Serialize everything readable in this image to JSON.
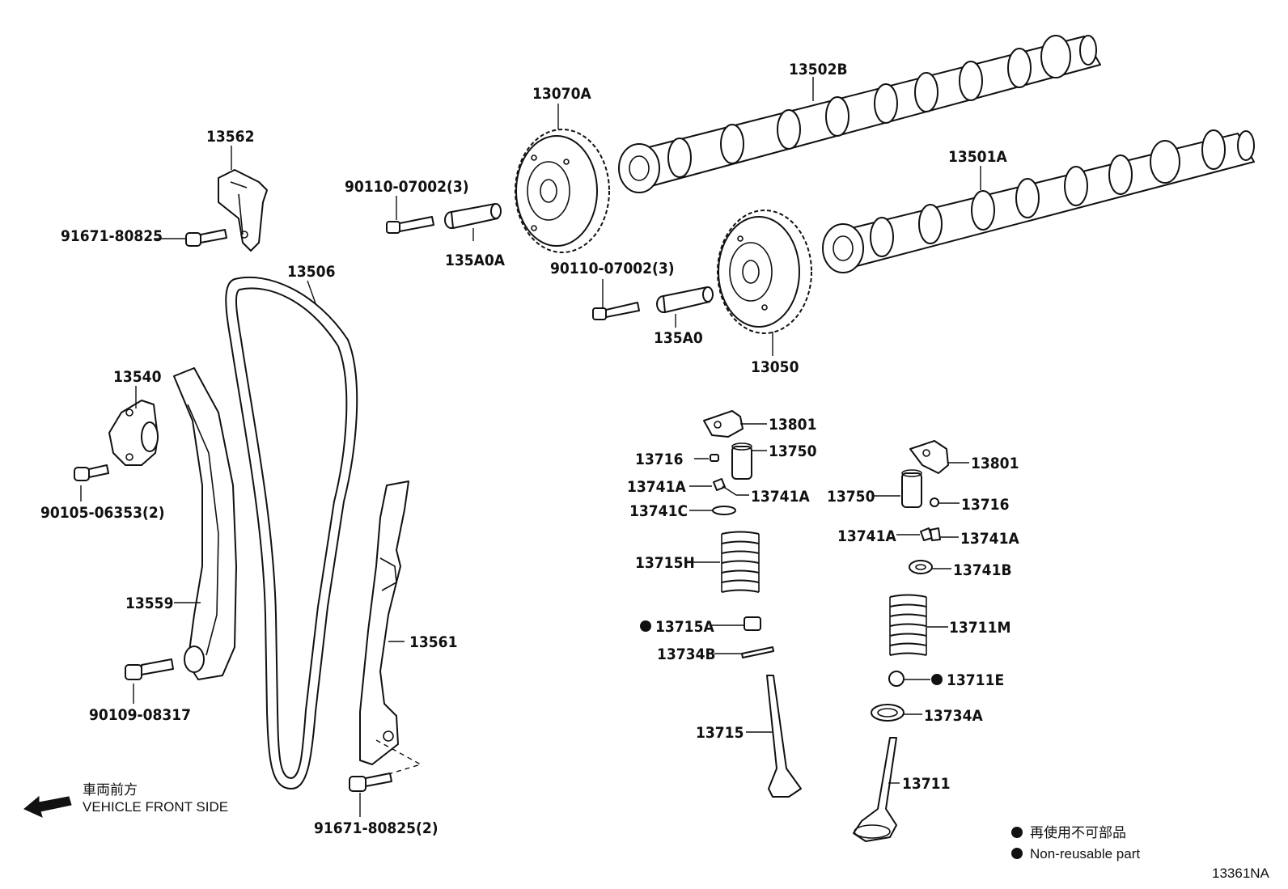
{
  "diagram": {
    "parts": {
      "p13502B": "13502B",
      "p13070A": "13070A",
      "p13562": "13562",
      "p90110a": "90110-07002(3)",
      "p91671a": "91671-80825",
      "p135A0A": "135A0A",
      "p13501A": "13501A",
      "p13506": "13506",
      "p90110b": "90110-07002(3)",
      "p135A0": "135A0",
      "p13050": "13050",
      "p13540": "13540",
      "p90105": "90105-06353(2)",
      "p13559": "13559",
      "p90109": "90109-08317",
      "p13561": "13561",
      "p91671b": "91671-80825(2)",
      "p13801a": "13801",
      "p13716a": "13716",
      "p13750a": "13750",
      "p13741Aa": "13741A",
      "p13741Ab": "13741A",
      "p13741C": "13741C",
      "p13715H": "13715H",
      "p13715A": "13715A",
      "p13734B": "13734B",
      "p13715": "13715",
      "p13801b": "13801",
      "p13750b": "13750",
      "p13716b": "13716",
      "p13741Ac": "13741A",
      "p13741Ad": "13741A",
      "p13741B": "13741B",
      "p13711M": "13711M",
      "p13711E": "13711E",
      "p13734A": "13734A",
      "p13711": "13711"
    },
    "front_side_jp": "車両前方",
    "front_side_en": "VEHICLE FRONT SIDE",
    "legend_jp": "再使用不可部品",
    "legend_en": "Non-reusable part",
    "diagram_code": "13361NA"
  }
}
